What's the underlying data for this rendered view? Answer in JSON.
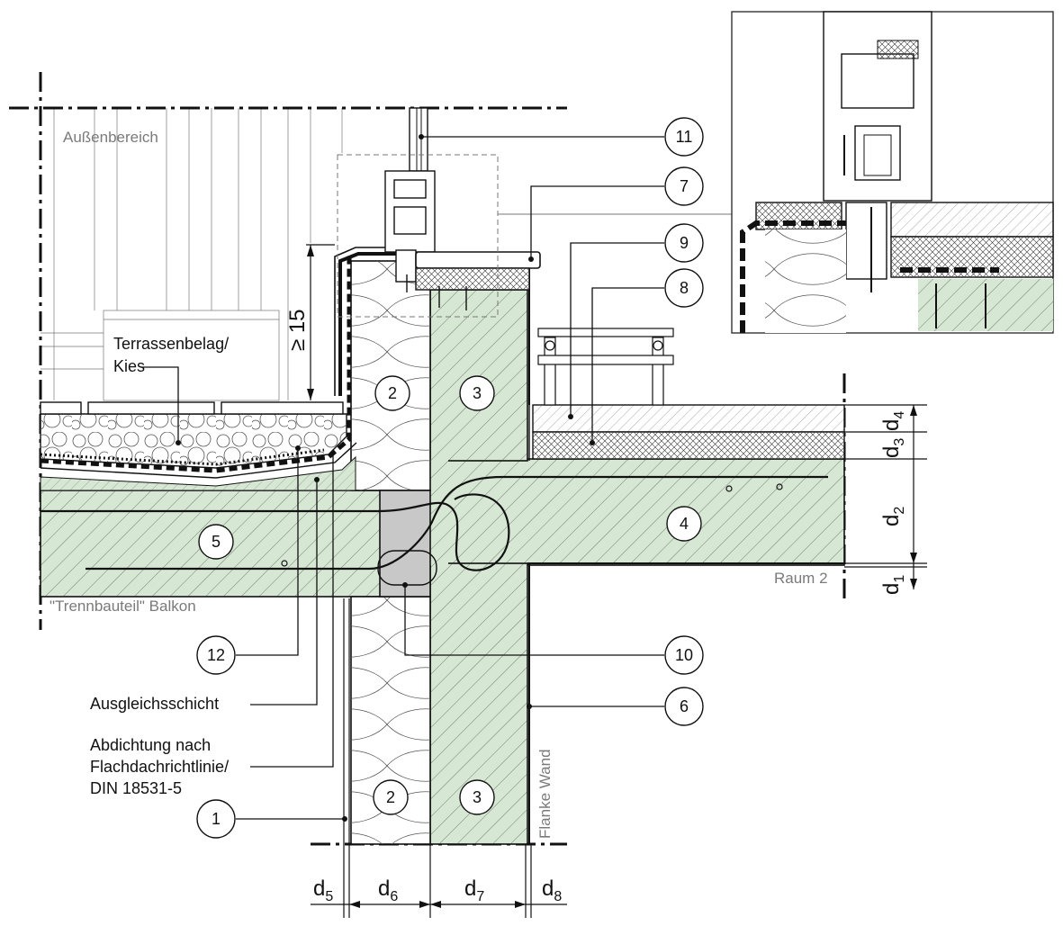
{
  "labels": {
    "aussen": "Außenbereich",
    "terrassen_line1": "Terrassenbelag/",
    "terrassen_line2": "Kies",
    "raum2": "Raum 2",
    "trennbauteil": "\"Trennbauteil\" Balkon",
    "ausgleich": "Ausgleichsschicht",
    "abdichtung_line1": "Abdichtung nach",
    "abdichtung_line2": "Flachdachrichtlinie/",
    "abdichtung_line3": "DIN 18531-5",
    "flanke": "Flanke Wand",
    "height_min": "≥ 15"
  },
  "markers": {
    "m11": "11",
    "m7": "7",
    "m9": "9",
    "m8": "8",
    "m10": "10",
    "m6": "6",
    "m1": "1",
    "m12": "12",
    "m2a": "2",
    "m3a": "3",
    "m2b": "2",
    "m3b": "3",
    "m4": "4",
    "m5": "5"
  },
  "dimensions": {
    "d1": {
      "base": "d",
      "sub": "1"
    },
    "d2": {
      "base": "d",
      "sub": "2"
    },
    "d3": {
      "base": "d",
      "sub": "3"
    },
    "d4": {
      "base": "d",
      "sub": "4"
    },
    "d5": {
      "base": "d",
      "sub": "5"
    },
    "d6": {
      "base": "d",
      "sub": "6"
    },
    "d7": {
      "base": "d",
      "sub": "7"
    },
    "d8": {
      "base": "d",
      "sub": "8"
    }
  },
  "colors": {
    "concrete": "#d6e8d3",
    "insulation": "#ffffff",
    "element": "#c8c8c8",
    "line": "#111111",
    "grey_text": "#7a7a7a"
  }
}
